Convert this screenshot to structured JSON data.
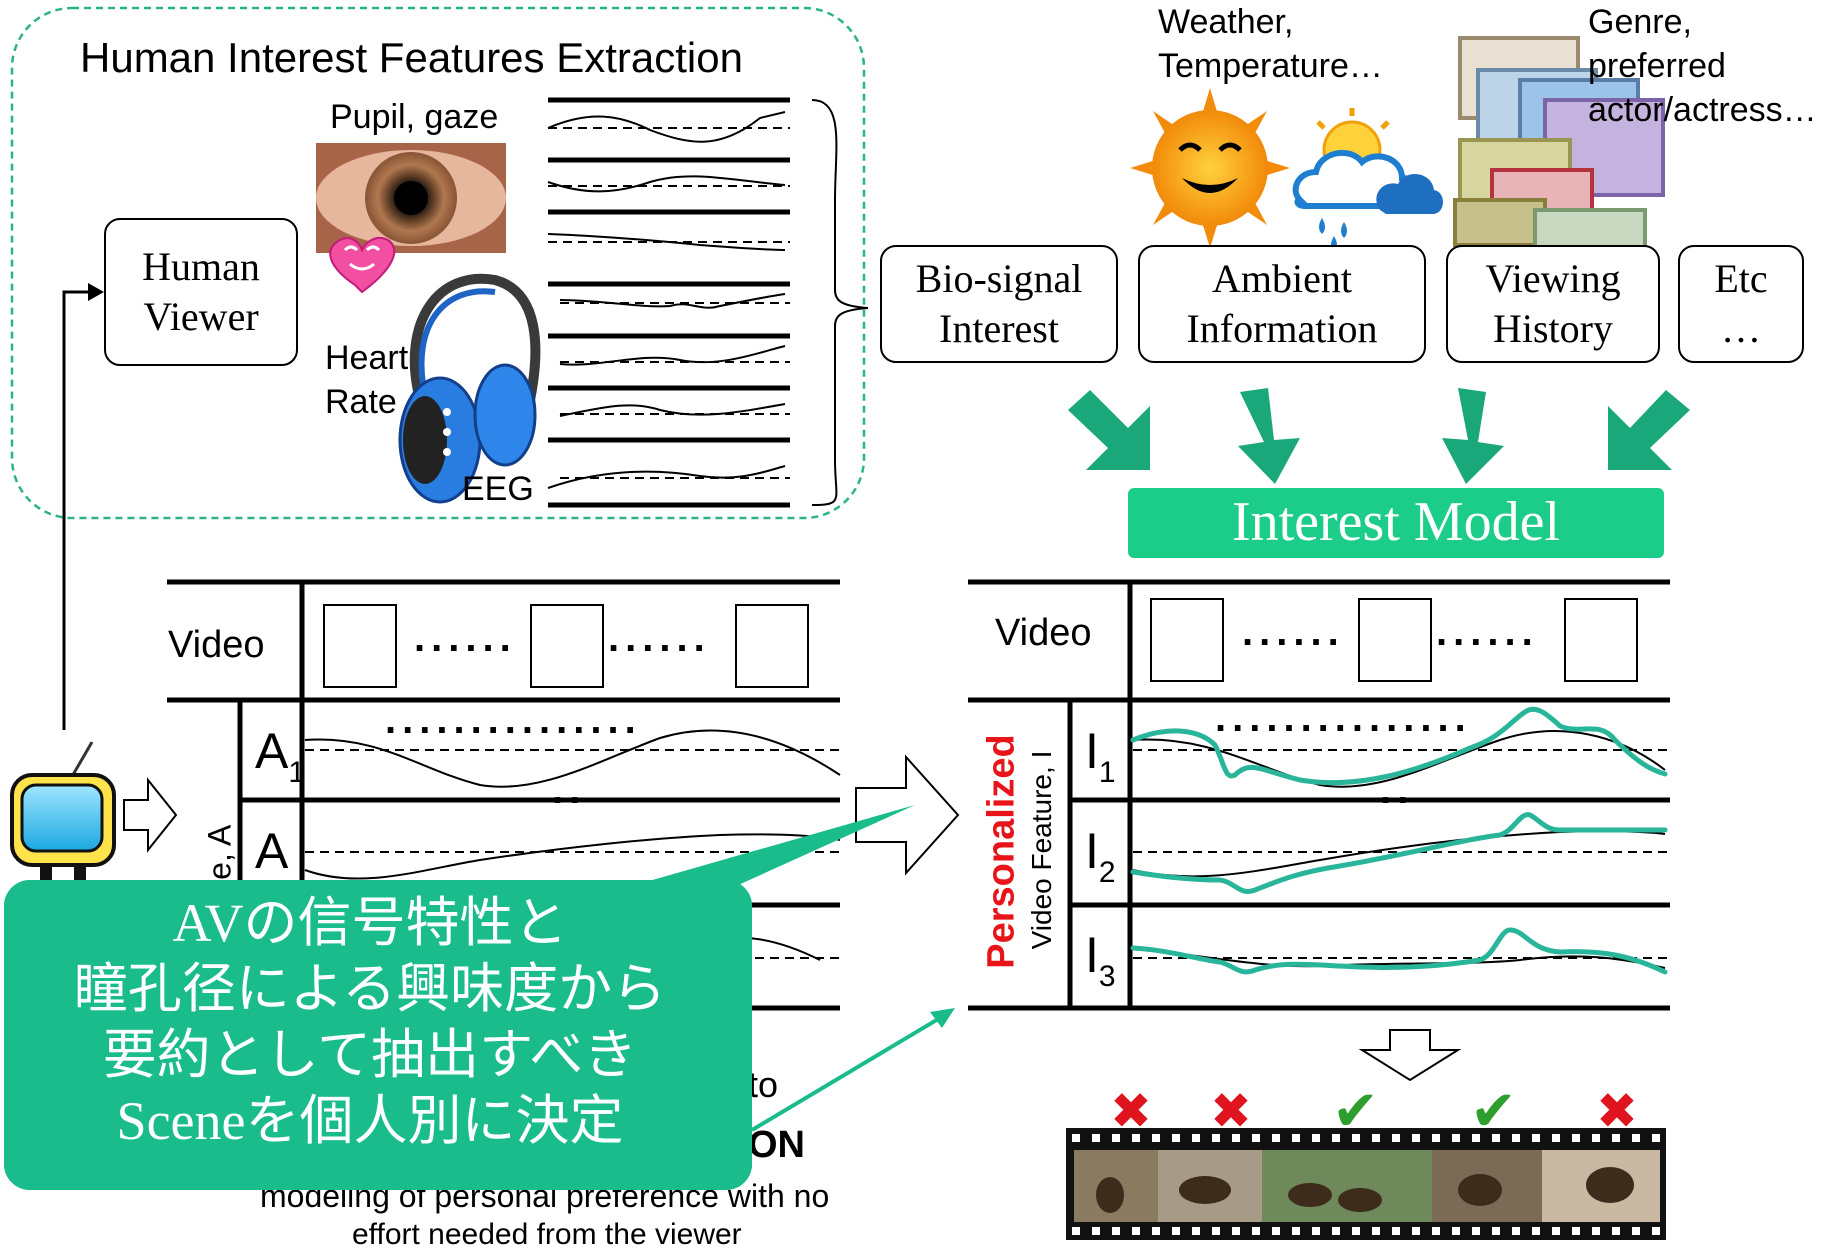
{
  "top_section": {
    "title": "Human Interest Features Extraction",
    "pupil_label": "Pupil, gaze",
    "heart_label": "Heart\nRate",
    "eeg_label": "EEG",
    "human_viewer_box": "Human\nViewer"
  },
  "context_labels": {
    "weather": "Weather,\nTemperature…",
    "genre": "Genre,\npreferred\nactor/actress…"
  },
  "input_boxes": [
    {
      "label": "Bio-signal\nInterest"
    },
    {
      "label": "Ambient\nInformation"
    },
    {
      "label": "Viewing\nHistory"
    },
    {
      "label": "Etc\n…"
    }
  ],
  "interest_model": "Interest Model",
  "left_table": {
    "video_label": "Video",
    "feature_axis": "Feature, A",
    "row_labels": [
      "A",
      "A"
    ],
    "row_subscripts": [
      "1",
      ""
    ]
  },
  "right_table": {
    "video_label": "Video",
    "personalized": "Personalized",
    "feature_axis": "Video Feature, I",
    "row_labels": [
      "I",
      "I",
      "I"
    ],
    "row_subscripts": [
      "1",
      "2",
      "3"
    ]
  },
  "marks": [
    "✖",
    "✖",
    "✔",
    "✔",
    "✖"
  ],
  "bottom_text": {
    "fragment_to": "to",
    "fragment_on": "ON",
    "line1": "modeling of personal preference with no",
    "line2": "effort needed from the viewer"
  },
  "callout": {
    "lines": [
      "AVの信号特性と",
      "瞳孔径による興味度から",
      "要約として抽出すべき",
      "Sceneを個人別に決定"
    ]
  },
  "colors": {
    "green": "#1abc8c",
    "dashed_border": "#2bb38a",
    "red_mark": "#e0141e",
    "green_mark": "#2e9e2e",
    "red_text": "#e8141a"
  }
}
